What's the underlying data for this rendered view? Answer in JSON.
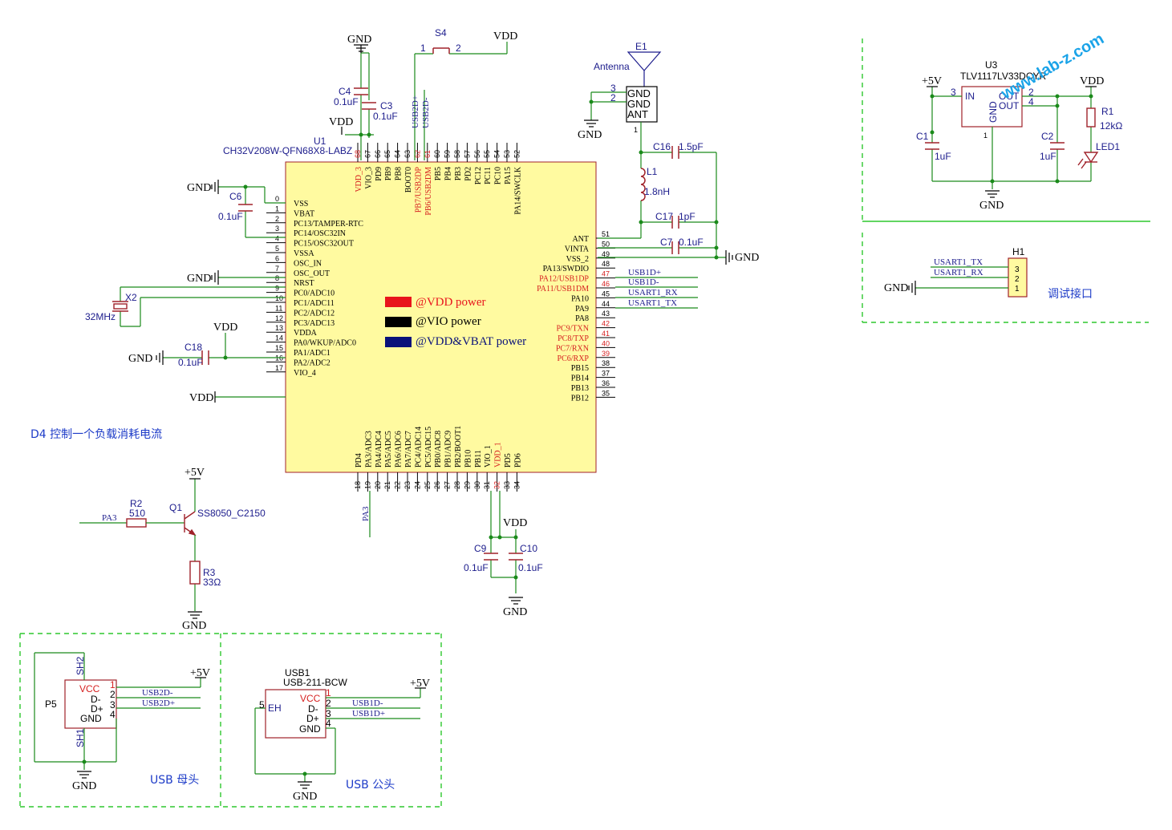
{
  "mcu": {
    "ref": "U1",
    "part": "CH32V208W-QFN68X8-LABZ",
    "left_pins": [
      {
        "num": "0",
        "name": "VSS"
      },
      {
        "num": "1",
        "name": "VBAT"
      },
      {
        "num": "2",
        "name": "PC13/TAMPER-RTC"
      },
      {
        "num": "3",
        "name": "PC14/OSC32IN"
      },
      {
        "num": "4",
        "name": "PC15/OSC32OUT"
      },
      {
        "num": "5",
        "name": "VSSA"
      },
      {
        "num": "6",
        "name": "OSC_IN"
      },
      {
        "num": "7",
        "name": "OSC_OUT"
      },
      {
        "num": "8",
        "name": "NRST"
      },
      {
        "num": "9",
        "name": "PC0/ADC10"
      },
      {
        "num": "10",
        "name": "PC1/ADC11"
      },
      {
        "num": "11",
        "name": "PC2/ADC12"
      },
      {
        "num": "12",
        "name": "PC3/ADC13"
      },
      {
        "num": "13",
        "name": "VDDA"
      },
      {
        "num": "14",
        "name": "PA0/WKUP/ADC0"
      },
      {
        "num": "15",
        "name": "PA1/ADC1"
      },
      {
        "num": "16",
        "name": "PA2/ADC2"
      },
      {
        "num": "17",
        "name": "VIO_4"
      }
    ],
    "right_pins": [
      {
        "num": "51",
        "name": "ANT"
      },
      {
        "num": "50",
        "name": "VINTA"
      },
      {
        "num": "49",
        "name": "VSS_2"
      },
      {
        "num": "48",
        "name": "PA13/SWDIO"
      },
      {
        "num": "47",
        "name": "PA12/USB1DP"
      },
      {
        "num": "46",
        "name": "PA11/USB1DM"
      },
      {
        "num": "45",
        "name": "PA10"
      },
      {
        "num": "44",
        "name": "PA9"
      },
      {
        "num": "43",
        "name": "PA8"
      },
      {
        "num": "42",
        "name": "PC9/TXN"
      },
      {
        "num": "41",
        "name": "PC8/TXP"
      },
      {
        "num": "40",
        "name": "PC7/RXN"
      },
      {
        "num": "39",
        "name": "PC6/RXP"
      },
      {
        "num": "38",
        "name": "PB15"
      },
      {
        "num": "37",
        "name": "PB14"
      },
      {
        "num": "36",
        "name": "PB13"
      },
      {
        "num": "35",
        "name": "PB12"
      }
    ],
    "top_pins": [
      {
        "num": "68",
        "name": "VDD_3"
      },
      {
        "num": "67",
        "name": "VIO_3"
      },
      {
        "num": "66",
        "name": "PD9"
      },
      {
        "num": "65",
        "name": "PB9"
      },
      {
        "num": "64",
        "name": "PB8"
      },
      {
        "num": "63",
        "name": "BOOT0"
      },
      {
        "num": "62",
        "name": "PB7/USB2DP"
      },
      {
        "num": "61",
        "name": "PB6/USB2DM"
      },
      {
        "num": "60",
        "name": "PB5"
      },
      {
        "num": "59",
        "name": "PB4"
      },
      {
        "num": "58",
        "name": "PB3"
      },
      {
        "num": "57",
        "name": "PD2"
      },
      {
        "num": "56",
        "name": "PC12"
      },
      {
        "num": "55",
        "name": "PC11"
      },
      {
        "num": "54",
        "name": "PC10"
      },
      {
        "num": "53",
        "name": "PA15"
      },
      {
        "num": "52",
        "name": "PA14/SWCLK"
      }
    ],
    "bottom_pins": [
      {
        "num": "18",
        "name": "PD4"
      },
      {
        "num": "19",
        "name": "PA3/ADC3"
      },
      {
        "num": "20",
        "name": "PA4/ADC4"
      },
      {
        "num": "21",
        "name": "PA5/ADC5"
      },
      {
        "num": "22",
        "name": "PA6/ADC6"
      },
      {
        "num": "23",
        "name": "PA7/ADC7"
      },
      {
        "num": "24",
        "name": "PC4/ADC14"
      },
      {
        "num": "25",
        "name": "PC5/ADC15"
      },
      {
        "num": "26",
        "name": "PB0/ADC8"
      },
      {
        "num": "27",
        "name": "PB1/ADC9"
      },
      {
        "num": "28",
        "name": "PB2/BOOT1"
      },
      {
        "num": "29",
        "name": "PB10"
      },
      {
        "num": "30",
        "name": "PB11"
      },
      {
        "num": "31",
        "name": "VIO_1"
      },
      {
        "num": "32",
        "name": "VDD_1"
      },
      {
        "num": "33",
        "name": "PD5"
      },
      {
        "num": "34",
        "name": "PD6"
      }
    ]
  },
  "legend": [
    {
      "text": "@VDD power",
      "color": "#e8141c"
    },
    {
      "text": "@VIO power",
      "color": "#000000"
    },
    {
      "text": "@VDD&VBAT power",
      "color": "#0a127a"
    }
  ],
  "nets": {
    "gnd": "GND",
    "vdd": "VDD",
    "v5": "+5V",
    "usb1dp": "USB1D+",
    "usb1dm": "USB1D-",
    "usb2dp": "USB2D+",
    "usb2dm": "USB2D-",
    "usart_rx": "USART1_RX",
    "usart_tx": "USART1_TX",
    "pa3": "PA3"
  },
  "parts": {
    "c4": {
      "ref": "C4",
      "value": "0.1uF"
    },
    "c3": {
      "ref": "C3",
      "value": "0.1uF"
    },
    "c6": {
      "ref": "C6",
      "value": "0.1uF"
    },
    "c18": {
      "ref": "C18",
      "value": "0.1uF"
    },
    "c9": {
      "ref": "C9",
      "value": "0.1uF"
    },
    "c10": {
      "ref": "C10",
      "value": "0.1uF"
    },
    "c16": {
      "ref": "C16",
      "value": "1.5pF"
    },
    "c17": {
      "ref": "C17",
      "value": "1pF"
    },
    "c7": {
      "ref": "C7",
      "value": "0.1uF"
    },
    "l1": {
      "ref": "L1",
      "value": "1.8nH"
    },
    "x2": {
      "ref": "X2",
      "value": "32MHz"
    },
    "s4": {
      "ref": "S4"
    },
    "e1": {
      "ref": "E1",
      "value": "Antenna",
      "pins": [
        "GND",
        "GND",
        "ANT"
      ],
      "nums": [
        "3",
        "2",
        "1"
      ]
    },
    "r2": {
      "ref": "R2",
      "value": "510"
    },
    "q1": {
      "ref": "Q1",
      "value": "SS8050_C2150"
    },
    "r3": {
      "ref": "R3",
      "value": "33Ω"
    },
    "u3": {
      "ref": "U3",
      "value": "TLV1117LV33DCYR",
      "in": "IN",
      "out1": "OUT",
      "out2": "OUT",
      "gnd": "GND"
    },
    "c1": {
      "ref": "C1",
      "value": "1uF"
    },
    "c2": {
      "ref": "C2",
      "value": "1uF"
    },
    "r1": {
      "ref": "R1",
      "value": "12kΩ"
    },
    "led1": {
      "ref": "LED1"
    },
    "h1": {
      "ref": "H1",
      "pins": [
        "3",
        "2",
        "1"
      ]
    },
    "p5": {
      "ref": "P5",
      "pins": [
        "VCC",
        "D-",
        "D+",
        "GND"
      ],
      "sh1": "SH1",
      "sh2": "SH2"
    },
    "usb1": {
      "ref": "USB1",
      "value": "USB-211-BCW",
      "pins": [
        "VCC",
        "D-",
        "D+",
        "GND"
      ],
      "eh": "EH"
    }
  },
  "notes": {
    "d4": "D4 控制一个负载消耗电流",
    "debug": "调试接口",
    "usb_female": "USB 母头",
    "usb_male": "USB 公头",
    "watermark": "www.lab-z.com"
  },
  "pinnums": {
    "one": "1",
    "two": "2",
    "three": "3",
    "four": "4",
    "five": "5"
  }
}
